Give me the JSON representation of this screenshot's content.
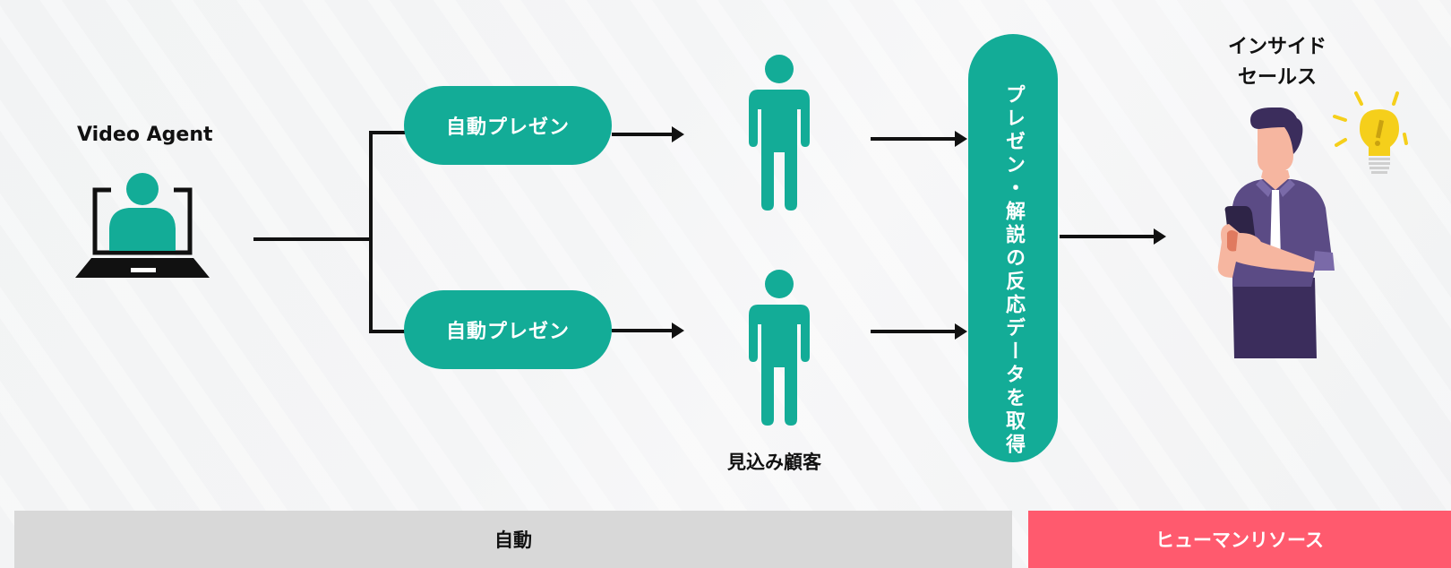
{
  "colors": {
    "teal": "#13ac97",
    "pink": "#ff5a6e",
    "gray_bar": "#d8d8d8",
    "line": "#111111"
  },
  "source": {
    "label": "Video Agent",
    "icon": "laptop-person-icon"
  },
  "branches": [
    {
      "pill_label": "自動プレゼン",
      "person_icon": "person-icon"
    },
    {
      "pill_label": "自動プレゼン",
      "person_icon": "person-icon"
    }
  ],
  "prospects_label": "見込み顧客",
  "collector": {
    "label": "プレゼン・解説の反応データを取得"
  },
  "destination": {
    "label_line1": "インサイド",
    "label_line2": "セールス",
    "illustration": "salesperson-with-phone-icon",
    "accent_icon": "lightbulb-idea-icon"
  },
  "footer": {
    "automatic_label": "自動",
    "human_label": "ヒューマンリソース"
  }
}
